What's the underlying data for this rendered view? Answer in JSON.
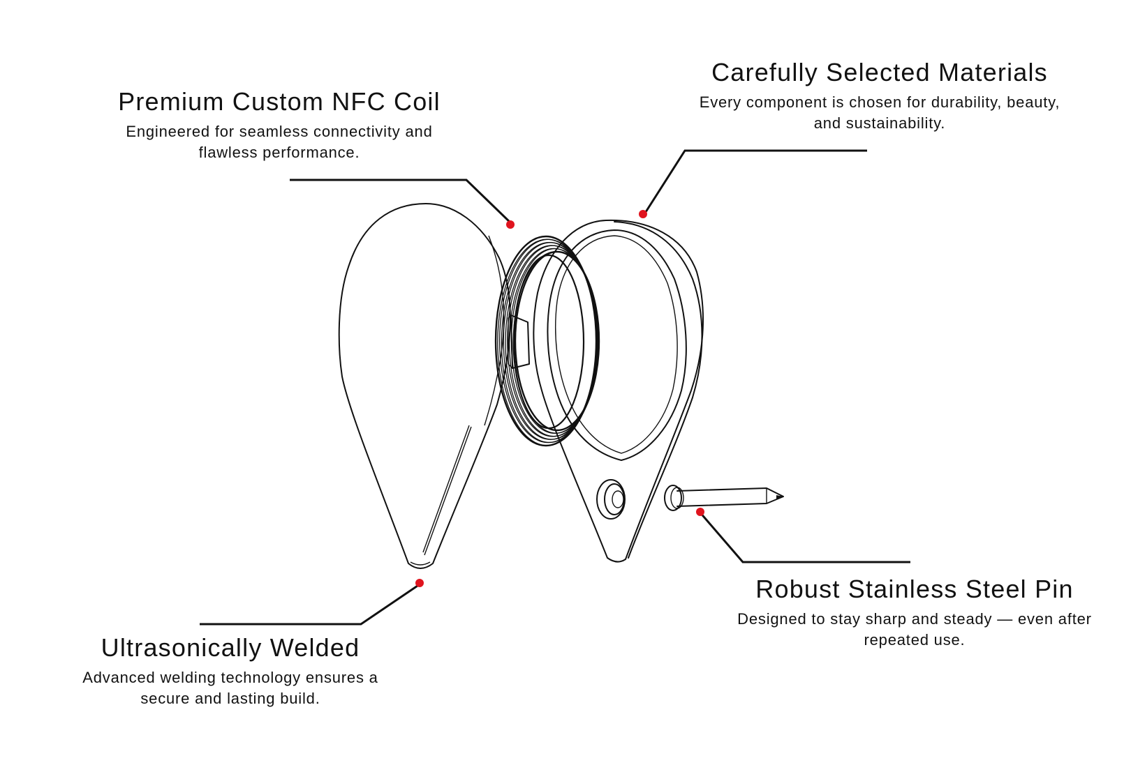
{
  "colors": {
    "accent_dot": "#e0141e",
    "line": "#111111",
    "background": "#ffffff"
  },
  "callouts": {
    "nfc_coil": {
      "title": "Premium Custom NFC Coil",
      "description": "Engineered for seamless connectivity and flawless performance."
    },
    "materials": {
      "title": "Carefully Selected Materials",
      "description": "Every component is chosen for durability, beauty, and sustainability."
    },
    "steel_pin": {
      "title": "Robust Stainless Steel Pin",
      "description": "Designed to stay sharp and steady — even after repeated use."
    },
    "welded": {
      "title": "Ultrasonically Welded",
      "description": "Advanced welding technology ensures a secure and lasting build."
    }
  }
}
